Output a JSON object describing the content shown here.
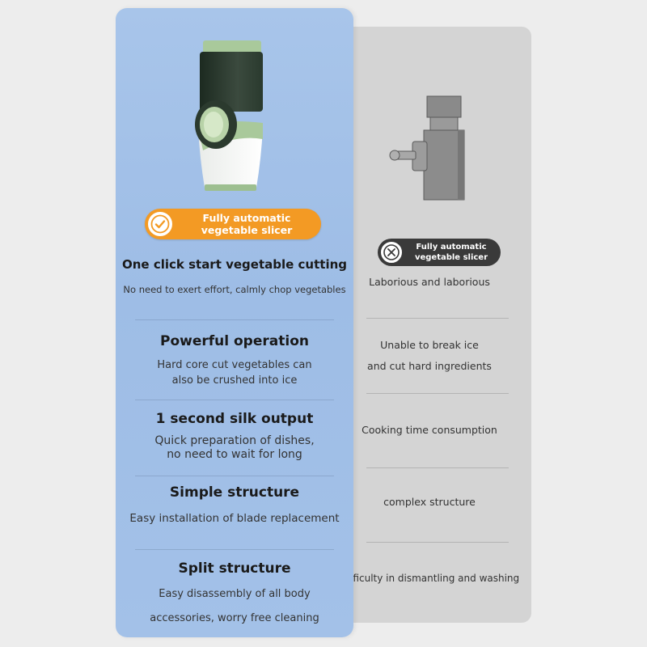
{
  "left": {
    "badge": {
      "line1": "Fully automatic",
      "line2": "vegetable slicer"
    },
    "features": [
      {
        "title": "One click start vegetable cutting",
        "lines": [
          "No need to exert effort, calmly chop vegetables"
        ]
      },
      {
        "title": "Powerful operation",
        "lines": [
          "Hard core cut vegetables can",
          "also be crushed into ice"
        ]
      },
      {
        "title": "1 second silk output",
        "lines": [
          "Quick preparation of dishes,",
          "no need to wait for long"
        ]
      },
      {
        "title": "Simple structure",
        "lines": [
          "Easy installation of blade replacement"
        ]
      },
      {
        "title": "Split structure",
        "lines": [
          "Easy disassembly of all body",
          "accessories, worry free cleaning"
        ]
      }
    ]
  },
  "right": {
    "badge": {
      "line1": "Fully automatic",
      "line2": "vegetable slicer"
    },
    "items": [
      [
        "Laborious and laborious"
      ],
      [
        "Unable to break ice",
        "and cut hard ingredients"
      ],
      [
        "Cooking time consumption"
      ],
      [
        "complex structure"
      ],
      [
        "Difficulty in dismantling and washing"
      ]
    ]
  },
  "colors": {
    "accent": "#f39a24",
    "left_card": "#a3c1e8",
    "right_card": "#d4d4d4",
    "dark_badge": "#3a3a3a"
  }
}
